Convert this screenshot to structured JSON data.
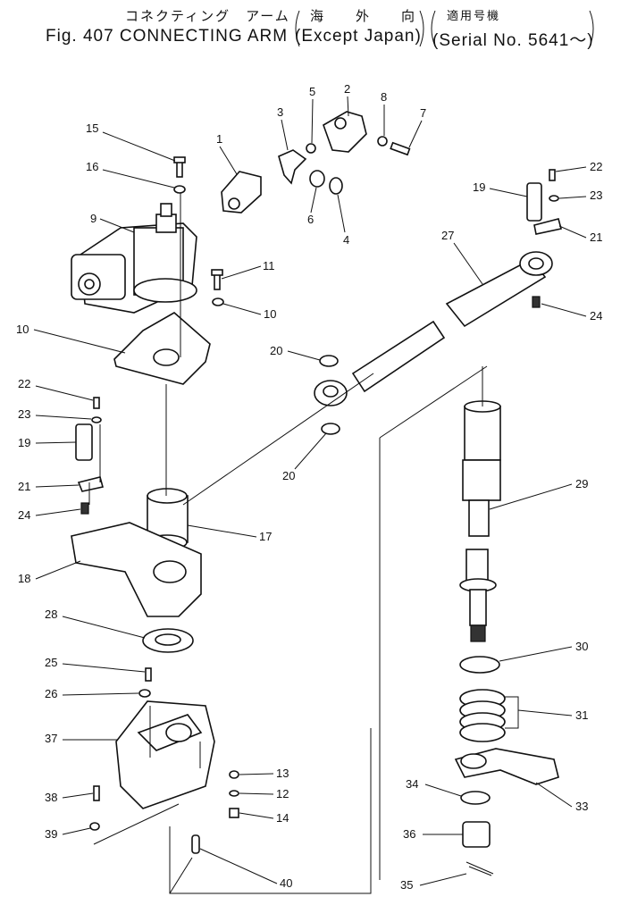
{
  "header": {
    "title_jp": "コネクティング　アーム",
    "region_jp": "海　　外　　向",
    "serial_jp": "適用号機",
    "fig_label": "Fig. 407 CONNECTING ARM",
    "region_en": "Except Japan",
    "serial_en": "Serial No. 5641～"
  },
  "callouts": [
    "1",
    "2",
    "3",
    "4",
    "5",
    "6",
    "7",
    "8",
    "9",
    "10",
    "10",
    "11",
    "12",
    "13",
    "14",
    "15",
    "16",
    "17",
    "18",
    "19",
    "19",
    "20",
    "20",
    "21",
    "21",
    "22",
    "22",
    "23",
    "23",
    "24",
    "24",
    "25",
    "26",
    "27",
    "28",
    "29",
    "30",
    "31",
    "33",
    "34",
    "35",
    "36",
    "37",
    "38",
    "39",
    "40"
  ]
}
